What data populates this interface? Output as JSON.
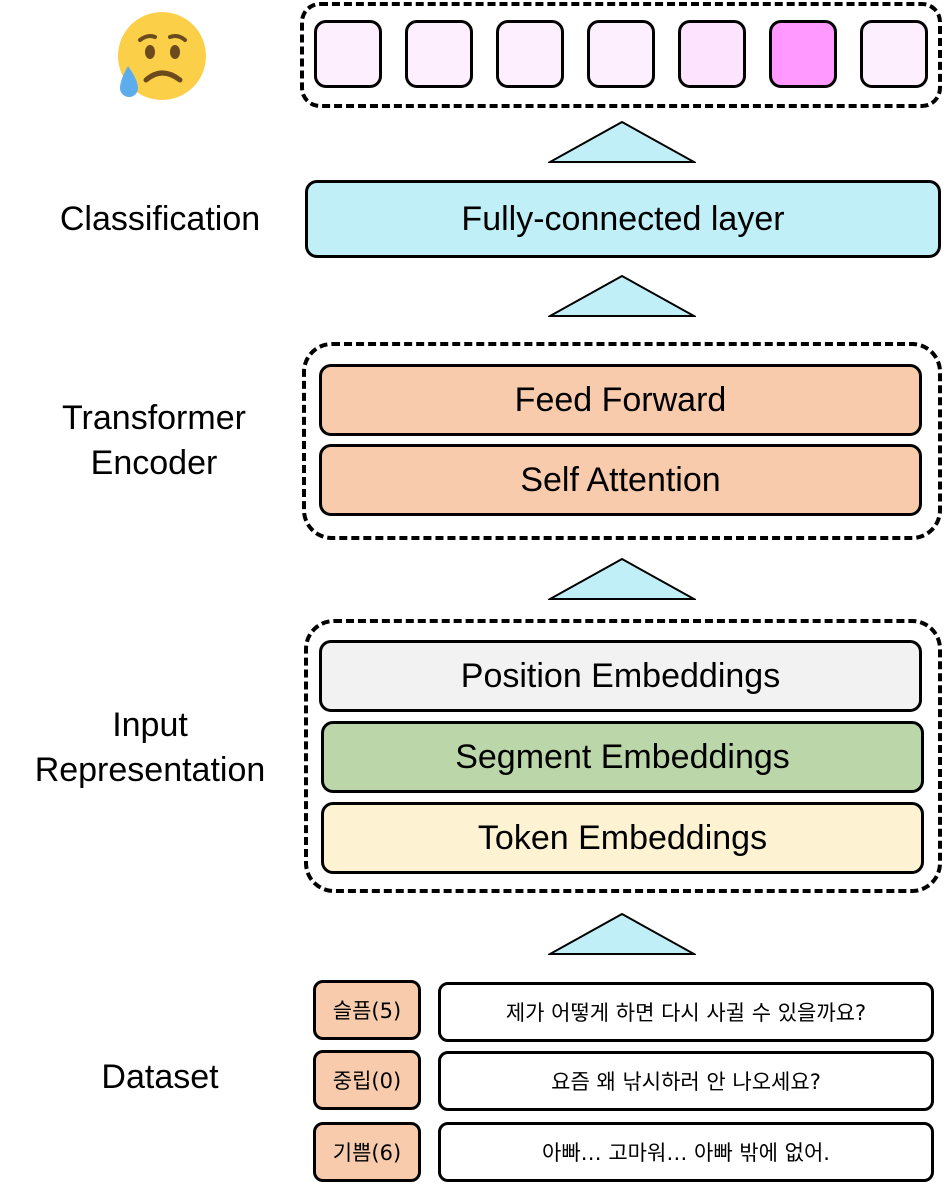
{
  "emoji": {
    "icon": "sad-but-relieved-face",
    "face_color": "#fbcf47",
    "tear_color": "#5dadec"
  },
  "output": {
    "cells": [
      {
        "color": "#fdeffd"
      },
      {
        "color": "#fdeffd"
      },
      {
        "color": "#fdeffd"
      },
      {
        "color": "#fdeffd"
      },
      {
        "color": "#fde3fd"
      },
      {
        "color": "#ff99ff"
      },
      {
        "color": "#fdeffd"
      }
    ]
  },
  "arrow_color": "#c1eff7",
  "classification": {
    "label": "Classification",
    "block": {
      "text": "Fully-connected layer",
      "color": "#c1eff7"
    }
  },
  "transformer": {
    "label_line1": "Transformer",
    "label_line2": "Encoder",
    "feed_forward": {
      "text": "Feed Forward",
      "color": "#f8cbad"
    },
    "self_attention": {
      "text": "Self Attention",
      "color": "#f8cbad"
    }
  },
  "input_representation": {
    "label_line1": "Input",
    "label_line2": "Representation",
    "position": {
      "text": "Position Embeddings",
      "color": "#f2f2f2"
    },
    "segment": {
      "text": "Segment Embeddings",
      "color": "#bbd7aa"
    },
    "token": {
      "text": "Token Embeddings",
      "color": "#fdf2d1"
    }
  },
  "dataset": {
    "label": "Dataset",
    "rows": [
      {
        "label": "슬픔(5)",
        "text": "제가 어떻게 하면 다시 사귈 수 있을까요?"
      },
      {
        "label": "중립(0)",
        "text": "요즘 왜 낚시하러 안 나오세요?"
      },
      {
        "label": "기쁨(6)",
        "text": "아빠… 고마워… 아빠 밖에 없어."
      }
    ]
  }
}
